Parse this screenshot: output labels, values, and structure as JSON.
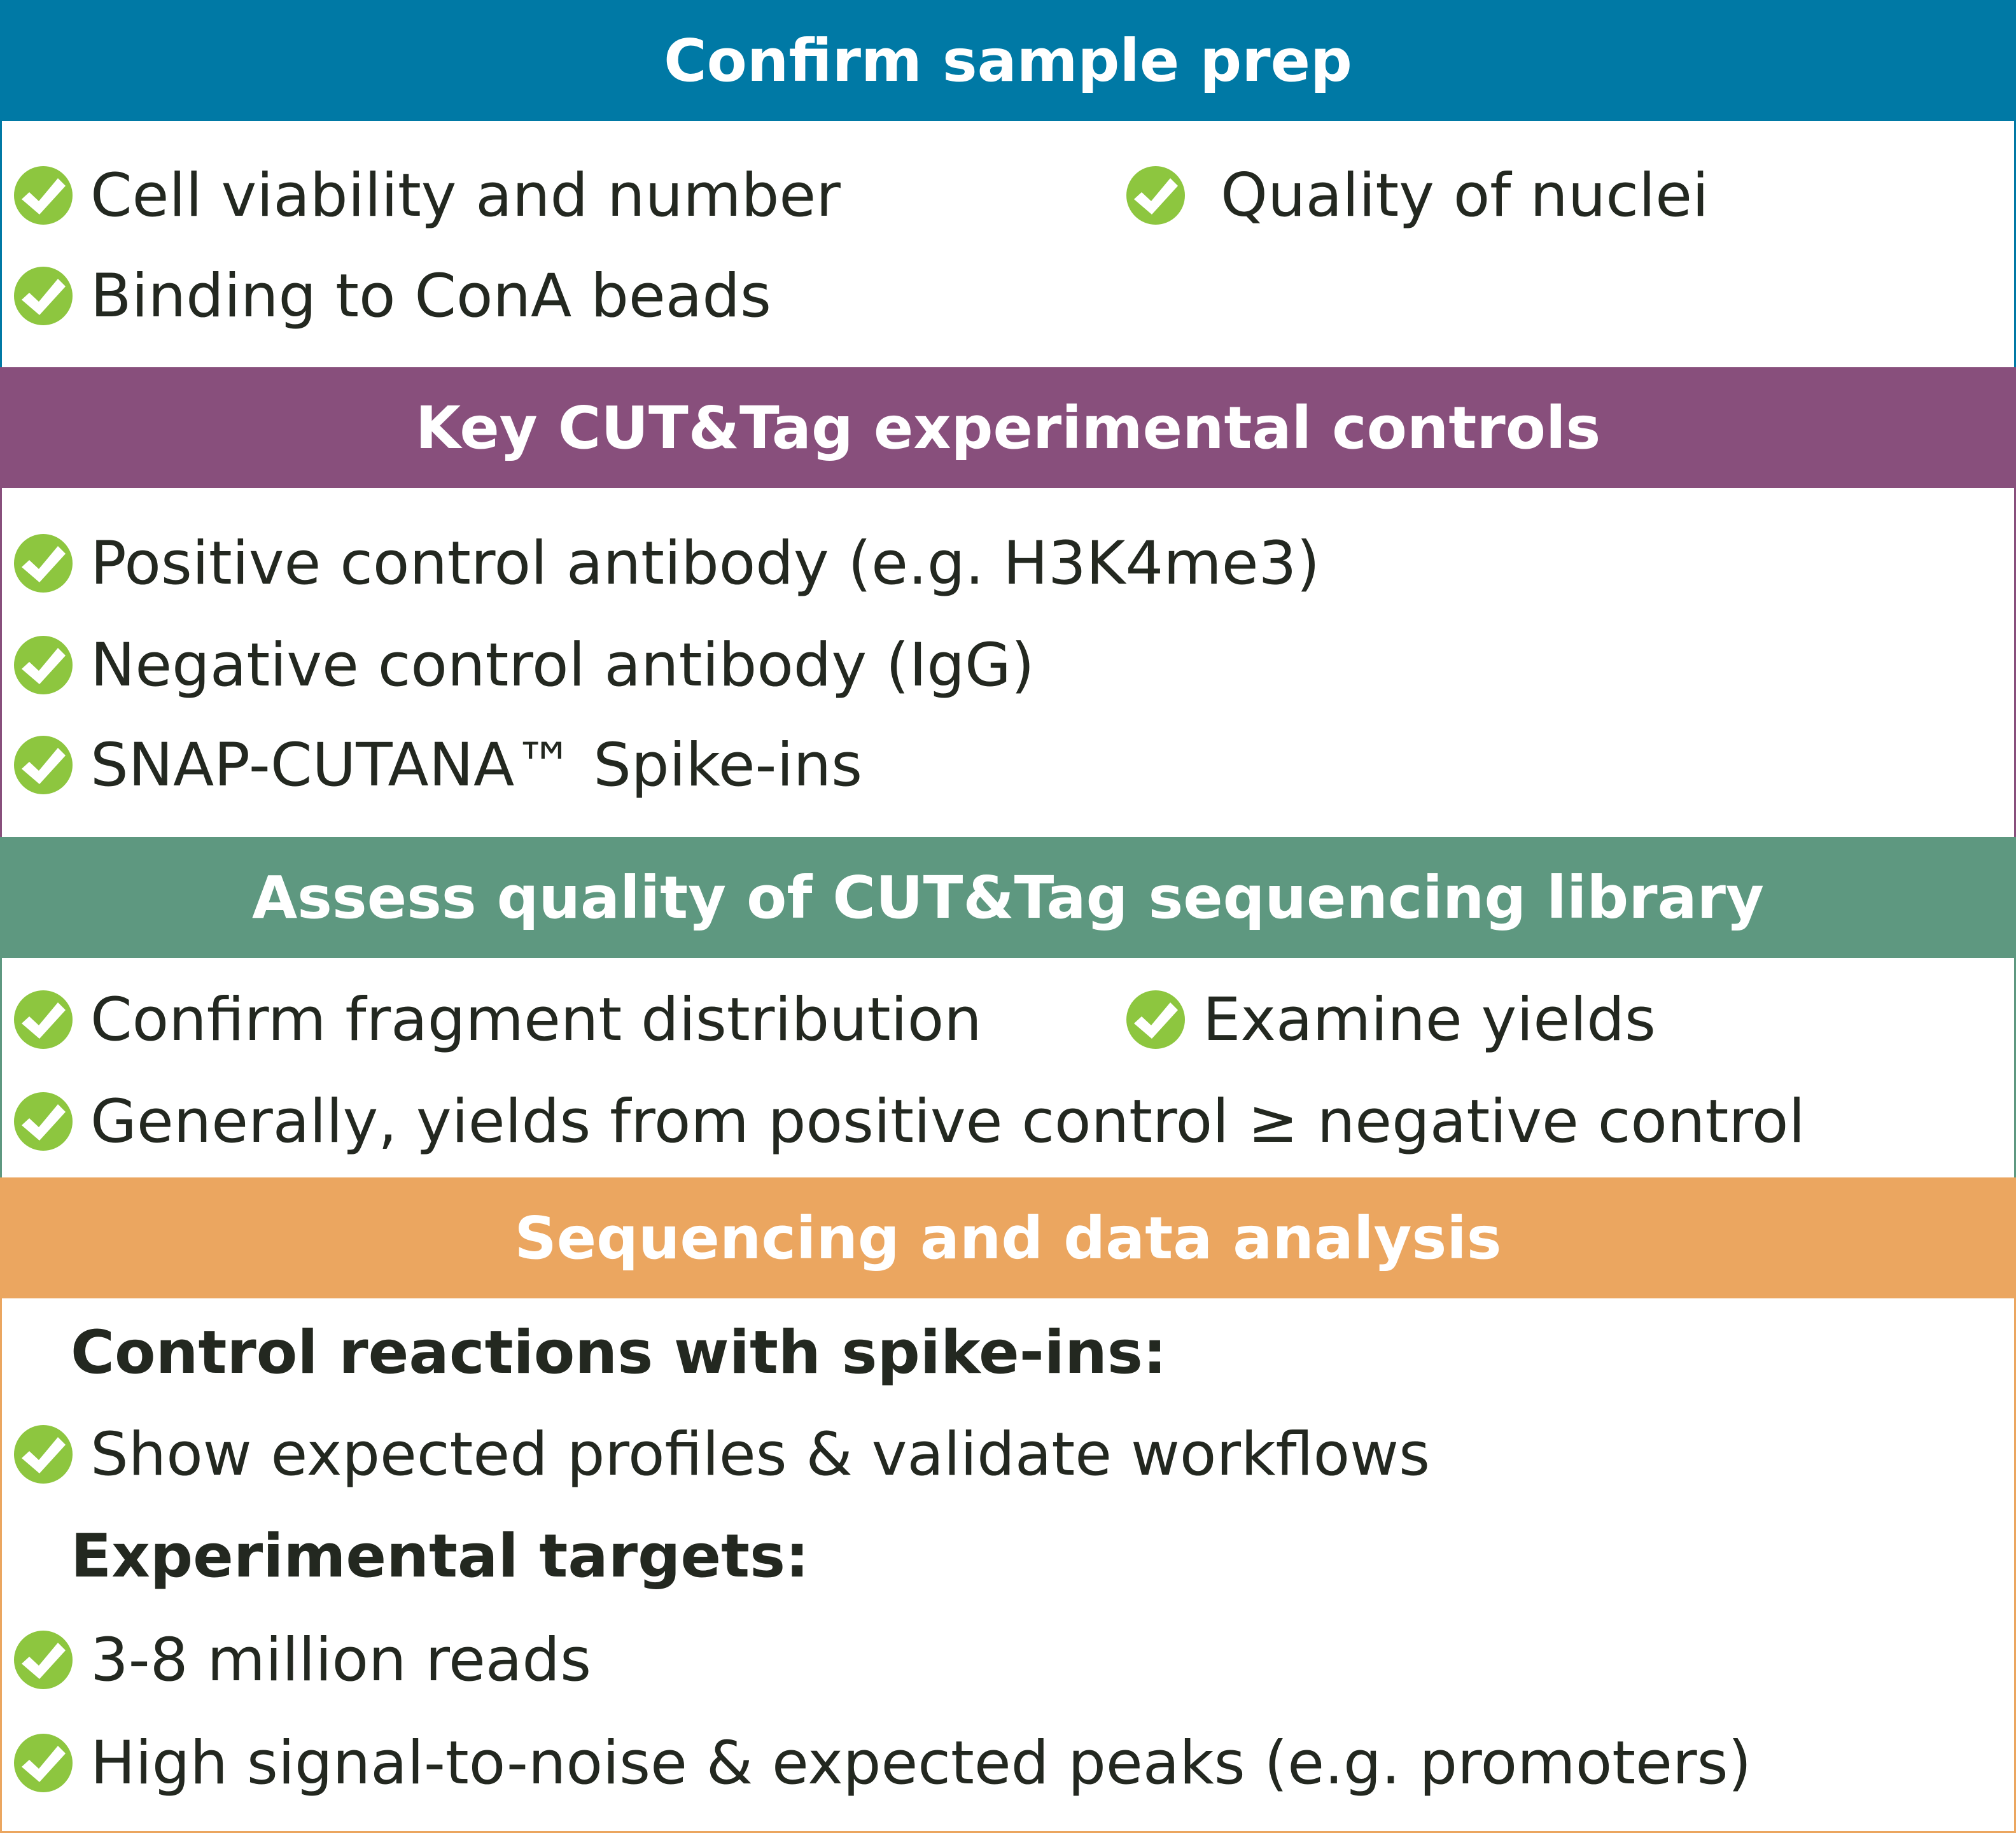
{
  "colors": {
    "blue": "#0079a5",
    "purple": "#884f7c",
    "green": "#5e9880",
    "orange": "#eba660",
    "check": "#8dc63f",
    "text": "#232820"
  },
  "sections": [
    {
      "title": "Confirm sample prep",
      "items": [
        "Cell viability and number",
        "Quality of nuclei",
        "Binding to ConA beads"
      ]
    },
    {
      "title": "Key CUT&Tag experimental controls",
      "items": [
        "Positive control antibody (e.g. H3K4me3)",
        "Negative control antibody (IgG)",
        "SNAP-CUTANA™ Spike-ins"
      ]
    },
    {
      "title": "Assess quality of CUT&Tag sequencing library",
      "items": [
        "Confirm fragment distribution",
        "Examine yields",
        "Generally, yields from positive control ≥ negative control"
      ]
    },
    {
      "title": "Sequencing and data analysis",
      "subheads": [
        "Control reactions with spike-ins:",
        "Experimental targets:"
      ],
      "items": [
        "Show expected profiles & validate workflows",
        "3-8 million reads",
        "High signal-to-noise & expected peaks (e.g. promoters)"
      ]
    }
  ]
}
